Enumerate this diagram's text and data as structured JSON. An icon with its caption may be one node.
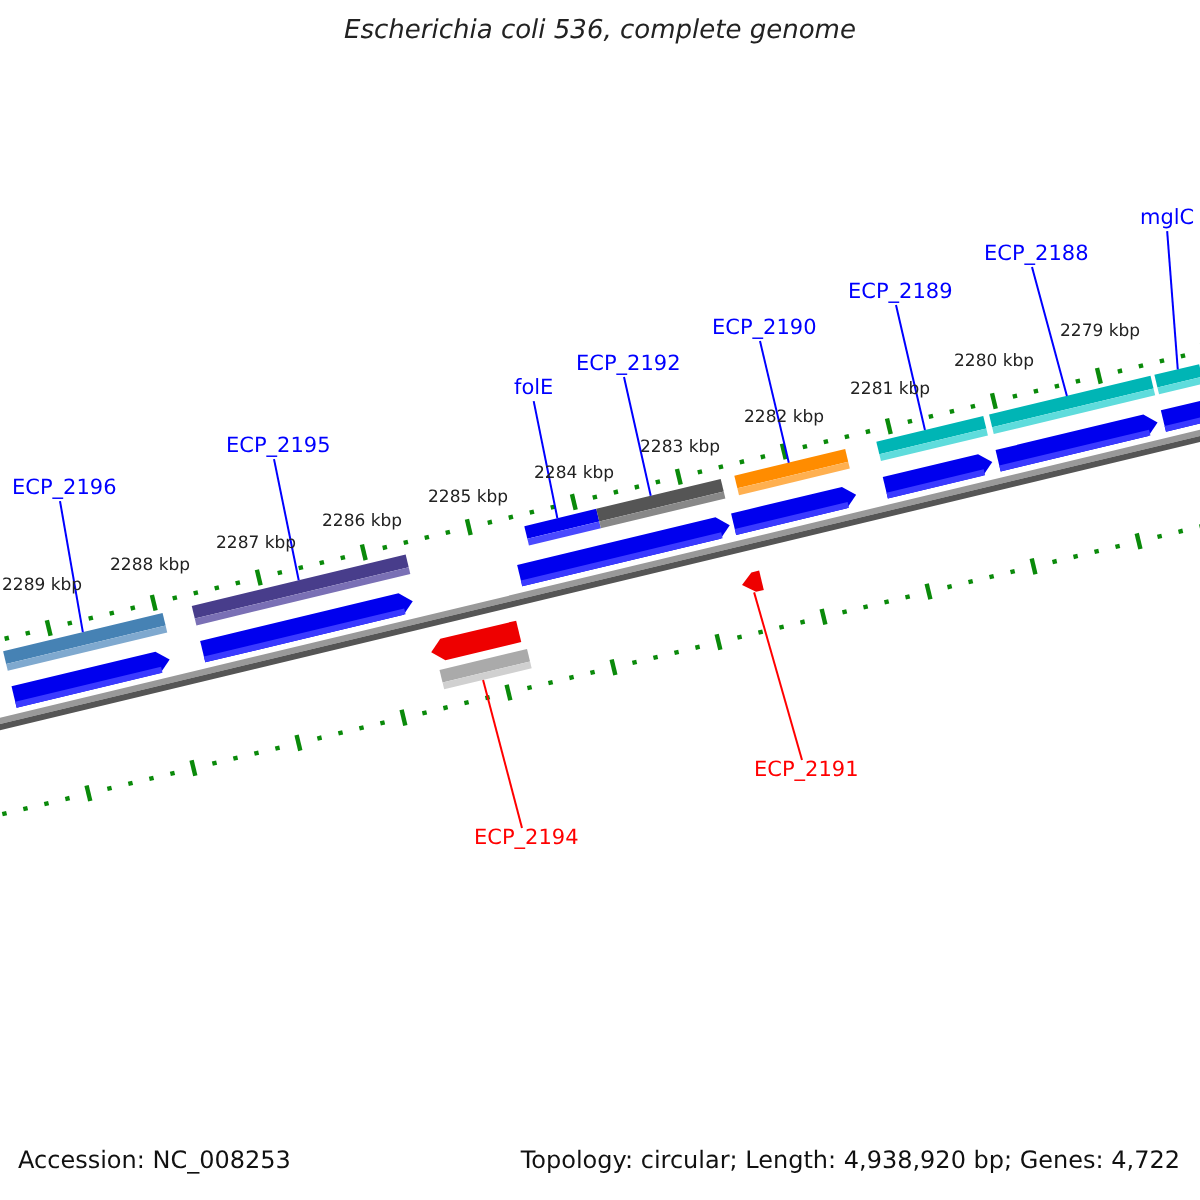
{
  "diagram": {
    "title": "Escherichia coli 536, complete genome",
    "nodes": [
      {
        "text": [
          "mglC"
        ]
      },
      {
        "text": [
          "ECP_2188"
        ]
      },
      {
        "text": [
          "ECP_2189"
        ]
      },
      {
        "text": [
          "ECP_2190"
        ]
      },
      {
        "text": [
          "ECP_2192"
        ]
      },
      {
        "text": [
          "folE"
        ]
      },
      {
        "text": [
          "ECP_2195"
        ]
      },
      {
        "text": [
          "ECP_2196"
        ]
      },
      {
        "text": [
          "ECP_2191"
        ]
      },
      {
        "text": [
          "ECP_2194"
        ]
      },
      {
        "text": [],
        "shape": "bar"
      },
      {
        "text": [],
        "shape": "bar"
      },
      {
        "text": [],
        "shape": "bar"
      },
      {
        "text": [],
        "shape": "bar"
      },
      {
        "text": [],
        "shape": "bar"
      },
      {
        "text": [],
        "shape": "arrow"
      },
      {
        "text": [],
        "shape": "bar"
      },
      {
        "text": [],
        "shape": "bar"
      },
      {
        "text": [],
        "shape": "bar"
      },
      {
        "text": [],
        "shape": "bar"
      }
    ],
    "edges": [
      {
        "from": 0,
        "to": 19,
        "arrow": "none"
      },
      {
        "from": 1,
        "to": 18,
        "arrow": "none"
      },
      {
        "from": 2,
        "to": 17,
        "arrow": "none"
      },
      {
        "from": 3,
        "to": 16,
        "arrow": "none"
      },
      {
        "from": 4,
        "to": 14,
        "arrow": "none"
      },
      {
        "from": 5,
        "to": 13,
        "arrow": "none"
      },
      {
        "from": 6,
        "to": 11,
        "arrow": "none"
      },
      {
        "from": 7,
        "to": 10,
        "arrow": "none"
      },
      {
        "from": 8,
        "to": 15,
        "arrow": "none",
        "color": "#ff0000"
      },
      {
        "from": 9,
        "to": 12,
        "arrow": "none",
        "color": "#ff0000"
      }
    ],
    "labels": [
      "2289 kbp",
      "2288 kbp",
      "2287 kbp",
      "2286 kbp",
      "2285 kbp",
      "2284 kbp",
      "2283 kbp",
      "2282 kbp",
      "2281 kbp",
      "2280 kbp",
      "2279 kbp",
      "Accession: NC_008253",
      "Topology: circular; Length: 4,938,920 bp; Genes: 4,722"
    ]
  }
}
